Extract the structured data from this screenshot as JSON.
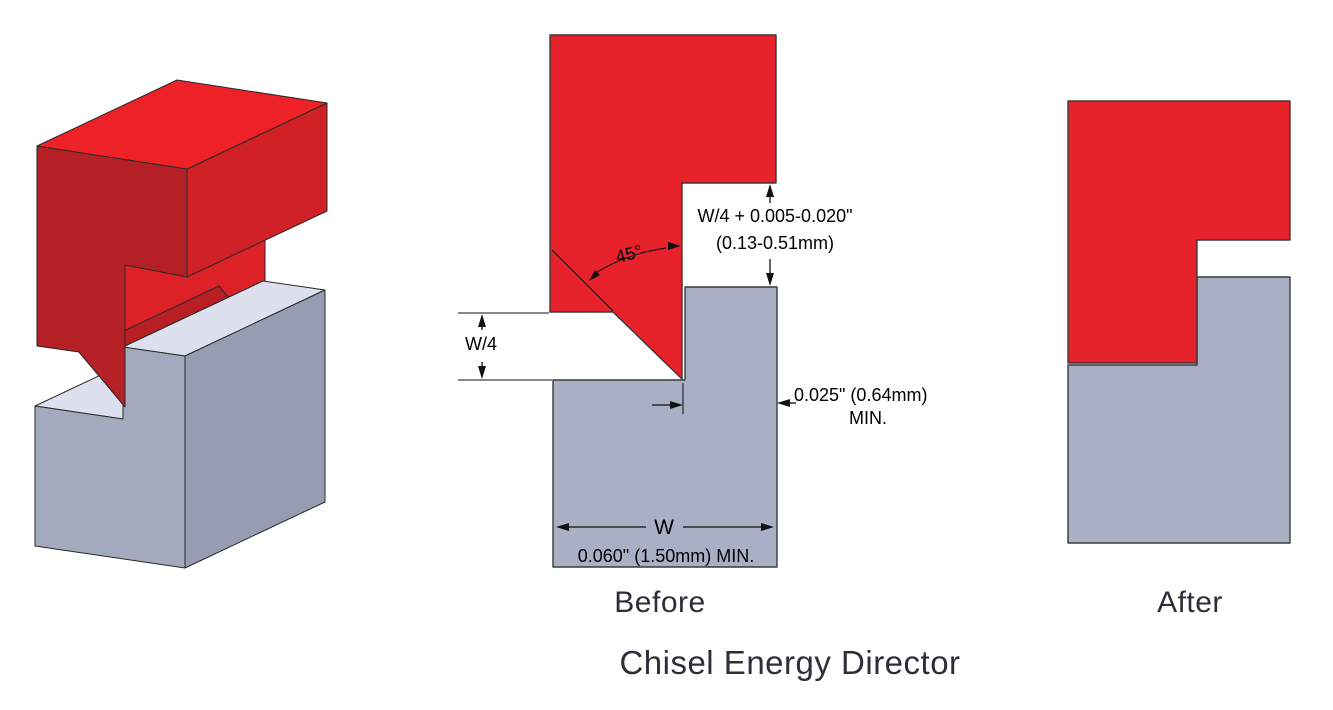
{
  "labels": {
    "before": "Before",
    "after": "After",
    "caption": "Chisel Energy Director"
  },
  "dimensions": {
    "notch_depth": "W/4 + 0.005-0.020\"",
    "notch_depth_mm": "(0.13-0.51mm)",
    "angle": "45°",
    "tip_gap": "W/4",
    "step_width": "0.025\" (0.64mm)",
    "step_width_min": "MIN.",
    "wall_width": "W",
    "wall_width_min": "0.060\" (1.50mm) MIN."
  },
  "colors": {
    "red_top": "#ee2127",
    "red_front": "#b42026",
    "red_right": "#d02127",
    "red_wall": "#dc2127",
    "red_slope": "#b81f25",
    "gray_top": "#dde1ef",
    "gray_front": "#a3aabe",
    "gray_right": "#969db2",
    "gray_wall": "#b5bbcd",
    "red_flat": "#e8222a",
    "gray_flat": "#a9b0c5"
  }
}
